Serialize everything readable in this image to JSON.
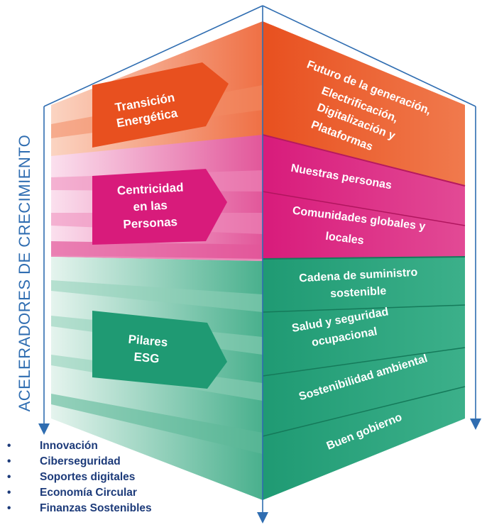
{
  "side_title": "ACELERADORES DE CRECIMIENTO",
  "pillars": [
    {
      "label_lines": [
        "Transición",
        "Energética"
      ],
      "color": "#e8501f"
    },
    {
      "label_lines": [
        "Centricidad",
        "en las",
        "Personas"
      ],
      "color": "#d81b7b"
    },
    {
      "label_lines": [
        "Pilares",
        "ESG"
      ],
      "color": "#1f9a73"
    }
  ],
  "right_blocks": [
    {
      "lines": [
        "Futuro de la generación,",
        "Electrificación,",
        "Digitalización y",
        "Plataformas"
      ],
      "color": "#e8501f"
    },
    {
      "lines": [
        "Nuestras personas"
      ],
      "color": "#d81b7b"
    },
    {
      "lines": [
        "Comunidades globales y",
        "locales"
      ],
      "color": "#d81b7b"
    },
    {
      "lines": [
        "Cadena de suministro",
        "sostenible"
      ],
      "color": "#1f9a73"
    },
    {
      "lines": [
        "Salud y seguridad",
        "ocupacional"
      ],
      "color": "#1f9a73"
    },
    {
      "lines": [
        "Sostenibilidad ambiental"
      ],
      "color": "#1f9a73"
    },
    {
      "lines": [
        "Buen gobierno"
      ],
      "color": "#1f9a73"
    }
  ],
  "bullet_symbol": "•",
  "bullets": [
    "Innovación",
    "Ciberseguridad",
    "Soportes digitales",
    "Economía Circular",
    "Finanzas Sostenibles"
  ],
  "colors": {
    "orange": "#e8501f",
    "magenta": "#d81b7b",
    "green": "#1f9a73",
    "axis_blue": "#2f6db1",
    "bullet_navy": "#1d3b7a"
  }
}
